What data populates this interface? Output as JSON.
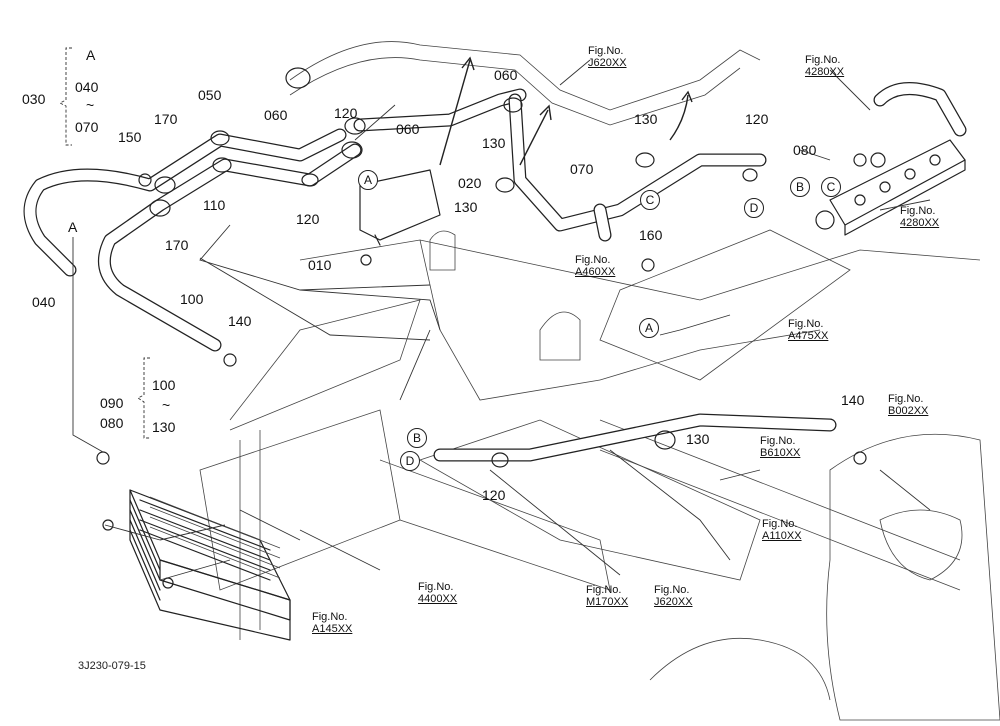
{
  "drawing_code": "3J230-079-15",
  "part_numbers": {
    "p030": "030",
    "p040_top": "040",
    "p070_top": "070",
    "pA_top": "A",
    "p_tilde_top": "~",
    "p150": "150",
    "p170a": "170",
    "p170b": "170",
    "p050": "050",
    "p110": "110",
    "p060a": "060",
    "p120a": "120",
    "p060b": "060",
    "p060c": "060",
    "p120b": "120",
    "p130a": "130",
    "p020": "020",
    "p130b": "130",
    "p070": "070",
    "p010": "010",
    "p130c": "130",
    "p120c": "120",
    "p080": "080",
    "p160": "160",
    "pA_left": "A",
    "p040": "040",
    "p100a": "100",
    "p140a": "140",
    "p090": "090",
    "p080b": "080",
    "p100b": "100",
    "p_tilde_mid": "~",
    "p130d": "130",
    "p140b": "140",
    "p130e": "130",
    "p120d": "120"
  },
  "circle_markers": {
    "a1": "A",
    "c1": "C",
    "d1": "D",
    "b1": "B",
    "c2": "C",
    "a2": "A",
    "b2": "B",
    "d2": "D"
  },
  "fig_refs": {
    "label": "Fig.No.",
    "j620_top": "J620XX",
    "f4280_top": "4280XX",
    "f4280_bot": "4280XX",
    "a460": "A460XX",
    "a475": "A475XX",
    "b002": "B002XX",
    "b610": "B610XX",
    "a110": "A110XX",
    "f4400": "4400XX",
    "m170": "M170XX",
    "j620_bot": "J620XX",
    "a145": "A145XX"
  }
}
